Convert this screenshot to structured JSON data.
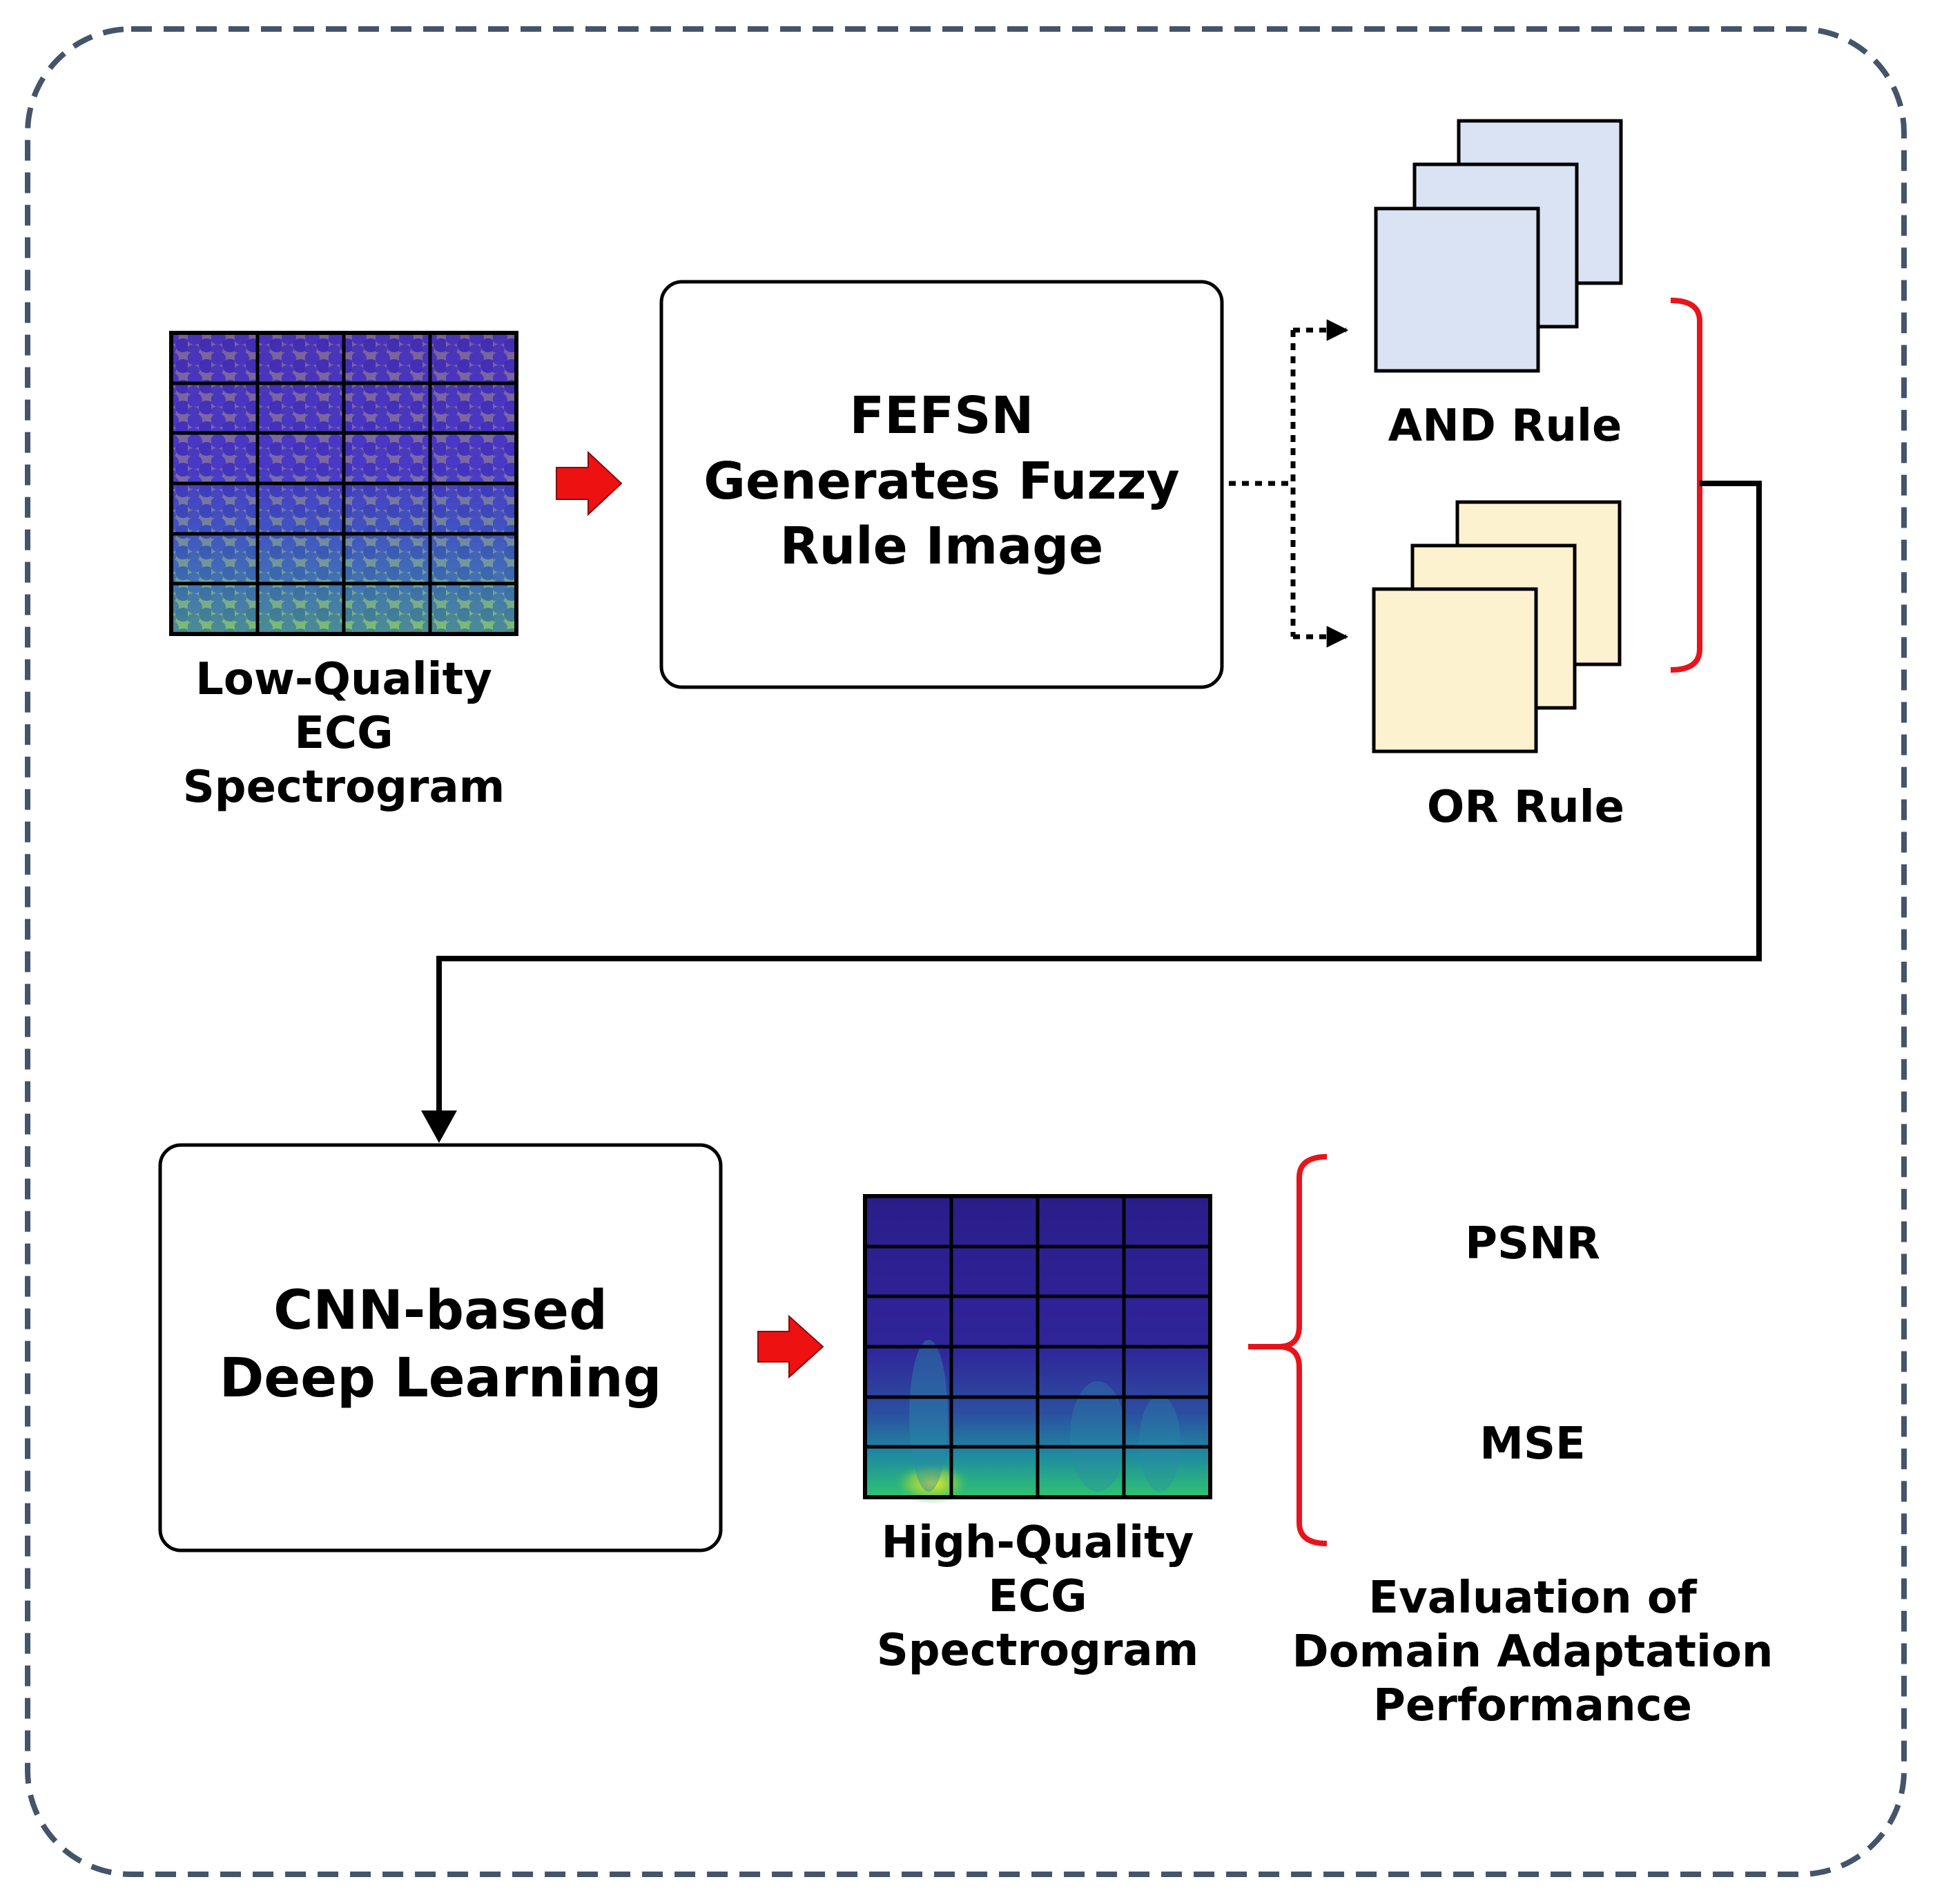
{
  "input": {
    "lines": [
      "Low-Quality",
      "ECG",
      "Spectrogram"
    ]
  },
  "fefsn": {
    "lines": [
      "FEFSN",
      "Generates Fuzzy",
      "Rule Image"
    ]
  },
  "rules": {
    "and_label": "AND Rule",
    "or_label": "OR Rule"
  },
  "cnn": {
    "lines": [
      "CNN-based",
      "Deep Learning"
    ]
  },
  "output": {
    "lines": [
      "High-Quality",
      "ECG",
      "Spectrogram"
    ]
  },
  "evaluation": {
    "metrics": [
      "PSNR",
      "MSE"
    ],
    "caption_lines": [
      "Evaluation of",
      "Domain Adaptation",
      "Performance"
    ]
  },
  "colors": {
    "frame_dashed": "#44546a",
    "flow_arrow": "#ee1111",
    "bracket": "#e8141b",
    "and_stack_fill": "#dae3f3",
    "or_stack_fill": "#fdf2d0",
    "connector": "#000000"
  }
}
